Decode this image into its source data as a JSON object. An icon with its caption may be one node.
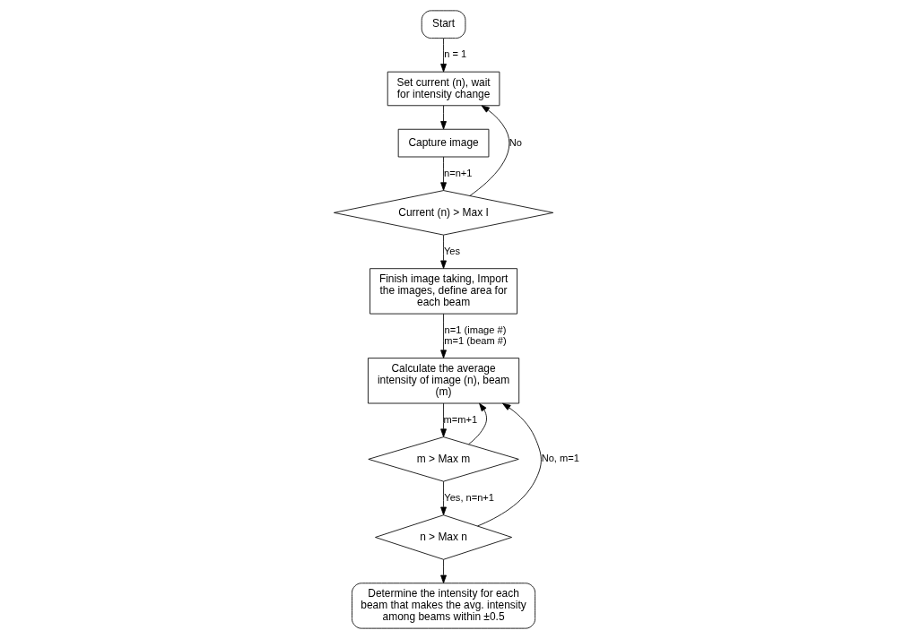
{
  "diagram": {
    "nodes": [
      {
        "text": [
          "Start"
        ]
      },
      {
        "text": [
          "Set current (n), wait for intensity change"
        ]
      },
      {
        "text": [
          "Capture image"
        ]
      },
      {
        "text": [
          "Current (n) > Max I"
        ]
      },
      {
        "text": [
          "Finish image taking, Import the images, define area for each beam"
        ]
      },
      {
        "text": [
          "Calculate the average intensity of image (n), beam (m)"
        ]
      },
      {
        "text": [
          "m > Max m"
        ]
      },
      {
        "text": [
          "n > Max n"
        ]
      },
      {
        "text": [
          "Determine the intensity for each beam that makes the avg. intensity among beams within ±0.5"
        ]
      }
    ],
    "edges": [
      {
        "from": 0,
        "to": 1,
        "arrow": "to",
        "label": "n = 1"
      },
      {
        "from": 1,
        "to": 2,
        "arrow": "to"
      },
      {
        "from": 2,
        "to": 3,
        "arrow": "to",
        "label": "n=n+1"
      },
      {
        "from": 3,
        "to": 1,
        "arrow": "to",
        "label": "No"
      },
      {
        "from": 3,
        "to": 4,
        "arrow": "to",
        "label": "Yes"
      },
      {
        "from": 4,
        "to": 5,
        "arrow": "to",
        "label": "n=1 (image #) m=1 (beam #)"
      },
      {
        "from": 5,
        "to": 6,
        "arrow": "to",
        "label": "m=m+1"
      },
      {
        "from": 6,
        "to": 5,
        "arrow": "to"
      },
      {
        "from": 6,
        "to": 7,
        "arrow": "to",
        "label": "Yes, n=n+1"
      },
      {
        "from": 7,
        "to": 5,
        "arrow": "to",
        "label": "No, m=1"
      },
      {
        "from": 7,
        "to": 8,
        "arrow": "to"
      }
    ]
  }
}
